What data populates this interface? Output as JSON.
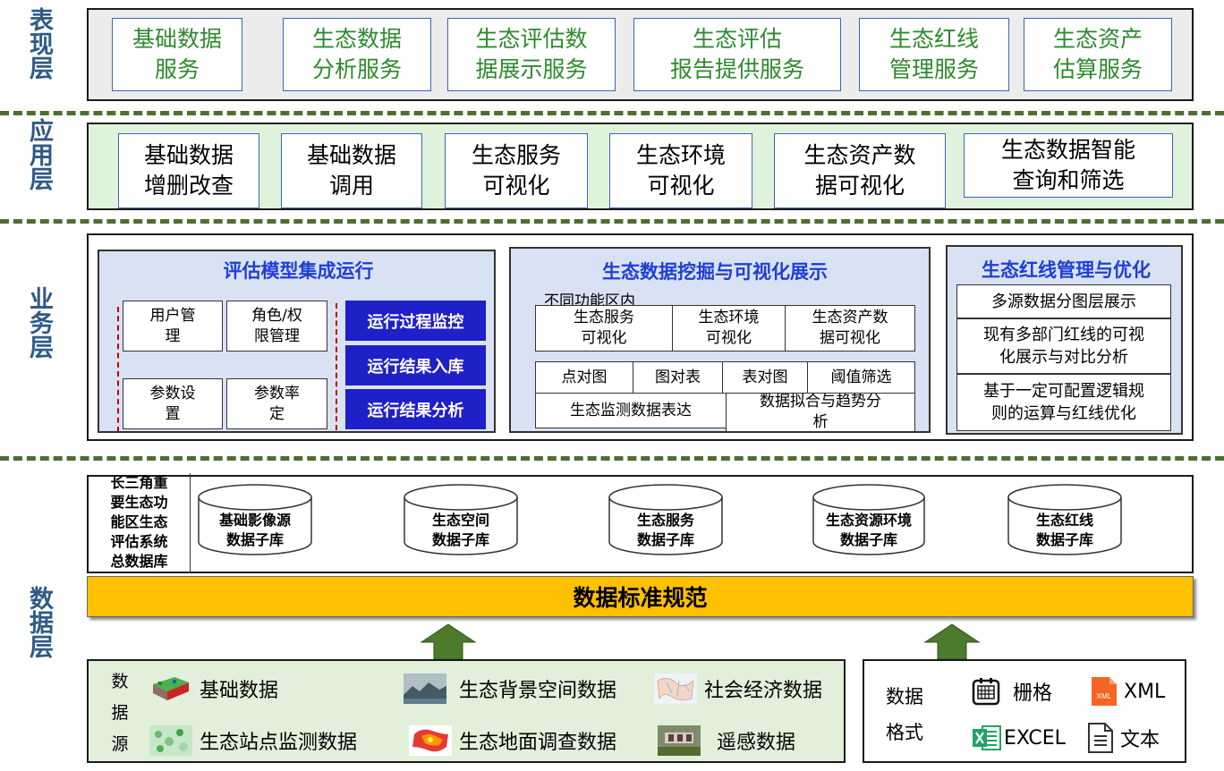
{
  "layers": {
    "presentation": "表现层",
    "application": "应用层",
    "business": "业务层",
    "data": "数据层"
  },
  "presentation_services": [
    "基础数据\n服务",
    "生态数据\n分析服务",
    "生态评估数\n据展示服务",
    "生态评估\n报告提供服务",
    "生态红线\n管理服务",
    "生态资产\n估算服务"
  ],
  "application_services": [
    "基础数据\n增删改查",
    "基础数据\n调用",
    "生态服务\n可视化",
    "生态环境\n可视化",
    "生态资产数\n据可视化",
    "生态数据智能\n查询和筛选"
  ],
  "business": {
    "model": {
      "title": "评估模型集成运行",
      "boxes": [
        "用户管\n理",
        "角色/权\n限管理",
        "参数设\n置",
        "参数率\n定"
      ],
      "actions": [
        "运行过程监控",
        "运行结果入库",
        "运行结果分析"
      ]
    },
    "mining": {
      "title": "生态数据挖掘与可视化展示",
      "subtitle": "不同功能区内",
      "row1": [
        "生态服务\n可视化",
        "生态环境\n可视化",
        "生态资产数\n据可视化"
      ],
      "row2": [
        "点对图",
        "图对表",
        "表对图",
        "阈值筛选"
      ],
      "row3": [
        "生态监测数据表达",
        "数据拟合与趋势分\n析"
      ]
    },
    "redline": {
      "title": "生态红线管理与优化",
      "items": [
        "多源数据分图层展示",
        "现有多部门红线的可视\n化展示与对比分析",
        "基于一定可配置逻辑规\n则的运算与红线优化"
      ]
    }
  },
  "database": {
    "main_label": "长三角重\n要生态功\n能区生态\n评估系统\n总数据库",
    "subdbs": [
      "基础影像源\n数据子库",
      "生态空间\n数据子库",
      "生态服务\n数据子库",
      "生态资源环境\n数据子库",
      "生态红线\n数据子库"
    ],
    "standard": "数据标准规范"
  },
  "sources": {
    "label": [
      "数",
      "据",
      "源"
    ],
    "items": [
      "基础数据",
      "生态背景空间数据",
      "社会经济数据",
      "生态站点监测数据",
      "生态地面调查数据",
      "遥感数据"
    ]
  },
  "formats": {
    "label": [
      "数据",
      "格式"
    ],
    "items": [
      "栅格",
      "XML",
      "EXCEL",
      "文本"
    ],
    "xml_icon_text": "XML"
  },
  "colors": {
    "layer_label": "#2f5a87",
    "divider": "#4e6e32",
    "presentation_bg": "#ececec",
    "application_bg": "#dff2dc",
    "panel_blue_bg": "#d9e2f3",
    "navy": "#1f20c8",
    "standard_bar": "#ffc000",
    "source_bg": "#e2efda",
    "arrow": "#4e7a2c"
  }
}
